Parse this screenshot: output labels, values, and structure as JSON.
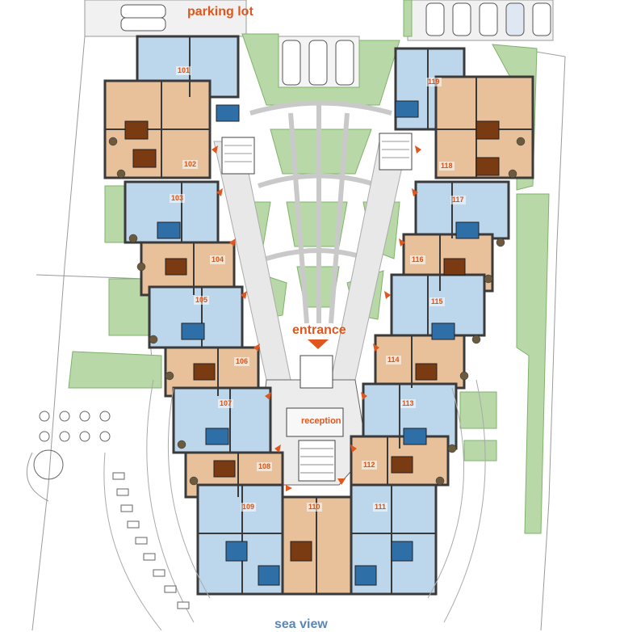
{
  "labels": {
    "parking_lot": "parking lot",
    "entrance": "entrance",
    "reception": "reception",
    "sea_view": "sea view"
  },
  "rooms": [
    "101",
    "102",
    "103",
    "104",
    "105",
    "106",
    "107",
    "108",
    "109",
    "110",
    "111",
    "112",
    "113",
    "114",
    "115",
    "116",
    "117",
    "118",
    "119"
  ],
  "colors": {
    "label": "#e0561c",
    "room_number": "#d4551a",
    "sea_view": "#5a86b8",
    "blue_unit": "#bcd7ec",
    "orange_unit": "#e8c09a",
    "lawn": "#b8d8a8",
    "walk": "#e6e6e6",
    "wall": "#3a3a3a",
    "lawn_border": "#7fb26b"
  }
}
